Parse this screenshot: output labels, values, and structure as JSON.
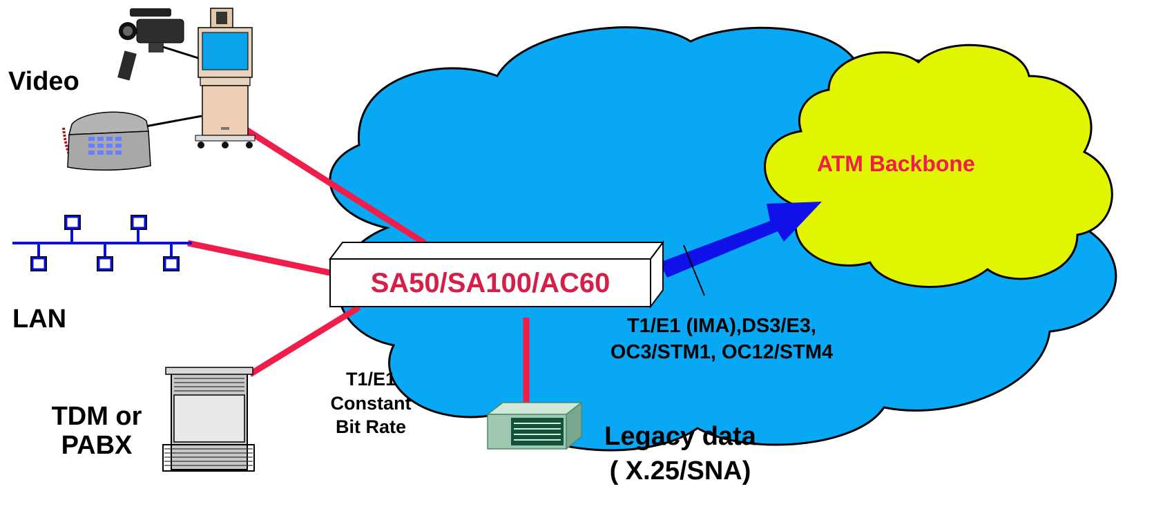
{
  "labels": {
    "video": "Video",
    "lan": "LAN",
    "tdm_line1": "TDM or",
    "tdm_line2": "PABX",
    "switch": "SA50/SA100/AC60",
    "backbone": "ATM Backbone",
    "uplink_line1": "T1/E1 (IMA),DS3/E3,",
    "uplink_line2": "OC3/STM1, OC12/STM4",
    "cbr_line1": "T1/E1",
    "cbr_line2": "Constant",
    "cbr_line3": "Bit Rate",
    "legacy_line1": "Legacy data",
    "legacy_line2": "( X.25/SNA)"
  },
  "icons": [
    "video-camera-icon",
    "videoconference-terminal-icon",
    "telephone-icon",
    "lan-bus-icon",
    "pabx-computer-icon",
    "legacy-data-device-icon"
  ],
  "colors": {
    "cloud_blue": "#08a8f5",
    "backbone_yellow": "#e2f500",
    "link_red": "#ef1d4a",
    "arrow_blue": "#1010e8",
    "switch_text": "#d51e48",
    "backbone_text": "#ef1d4a"
  }
}
